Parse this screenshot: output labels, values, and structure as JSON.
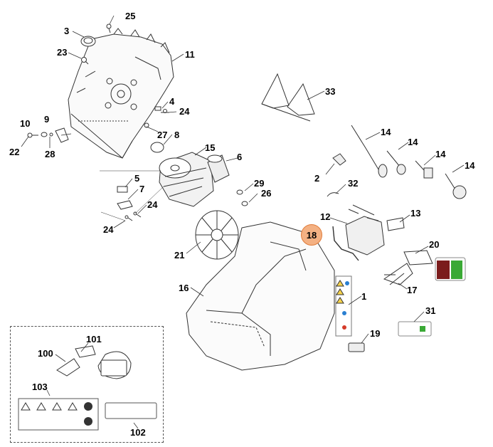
{
  "diagram": {
    "highlighted_part": "18",
    "part_numbers": [
      "1",
      "2",
      "3",
      "4",
      "5",
      "6",
      "7",
      "8",
      "9",
      "10",
      "11",
      "12",
      "13",
      "14",
      "15",
      "16",
      "17",
      "18",
      "19",
      "20",
      "21",
      "22",
      "23",
      "24",
      "25",
      "26",
      "27",
      "28",
      "29",
      "31",
      "32",
      "33",
      "100",
      "101",
      "102",
      "103"
    ],
    "labels": {
      "p25": "25",
      "p3": "3",
      "p23": "23",
      "p11": "11",
      "p4": "4",
      "p24a": "24",
      "p10": "10",
      "p9": "9",
      "p27": "27",
      "p8": "8",
      "p22": "22",
      "p28": "28",
      "p15": "15",
      "p6": "6",
      "p5": "5",
      "p7": "7",
      "p29": "29",
      "p26": "26",
      "p24b": "24",
      "p24c": "24",
      "p21": "21",
      "p16": "16",
      "p33": "33",
      "p14a": "14",
      "p14b": "14",
      "p14c": "14",
      "p14d": "14",
      "p2": "2",
      "p32": "32",
      "p12": "12",
      "p13": "13",
      "p18": "18",
      "p20": "20",
      "p17": "17",
      "p1": "1",
      "p31": "31",
      "p19": "19",
      "p101": "101",
      "p100": "100",
      "p103": "103",
      "p102": "102"
    },
    "colors": {
      "highlight_fill": "#f4b183",
      "highlight_stroke": "#e07b39",
      "line": "#333333",
      "label_red": "#7b1c1c",
      "label_green": "#3aa935"
    }
  }
}
